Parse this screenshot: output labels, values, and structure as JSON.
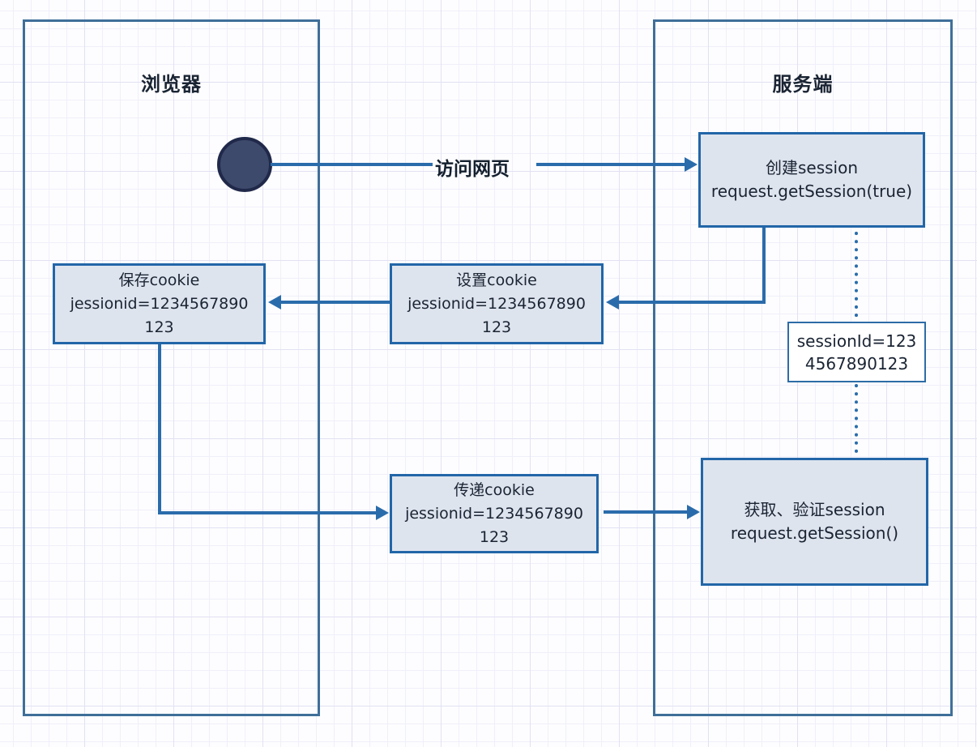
{
  "diagram": {
    "lifelines": {
      "browser": {
        "title": "浏览器"
      },
      "server": {
        "title": "服务端"
      }
    },
    "flow": {
      "visit_label": "访问网页"
    },
    "boxes": {
      "create_session": {
        "lines": [
          "创建session",
          "request.getSession(true)"
        ]
      },
      "set_cookie": {
        "lines": [
          "设置cookie",
          "jessionid=1234567890",
          "123"
        ]
      },
      "save_cookie": {
        "lines": [
          "保存cookie",
          "jessionid=1234567890",
          "123"
        ]
      },
      "pass_cookie": {
        "lines": [
          "传递cookie",
          "jessionid=1234567890",
          "123"
        ]
      },
      "get_session": {
        "lines": [
          "获取、验证session",
          "request.getSession()"
        ]
      },
      "session_id_note": {
        "lines": [
          "sessionId=123",
          "4567890123"
        ]
      }
    },
    "colors": {
      "box_fill": "#dee4ee",
      "box_border": "#2266a8",
      "connector": "#2a6cab",
      "lifeline_border": "#3f6f99",
      "start_circle_fill": "#3e4a6c",
      "start_circle_border": "#20294a",
      "text": "#1a2433",
      "note_fill": "#ffffff",
      "grid_minor": "#f0effa",
      "grid_major": "#e2e1f3",
      "background": "#fdfdff"
    }
  }
}
